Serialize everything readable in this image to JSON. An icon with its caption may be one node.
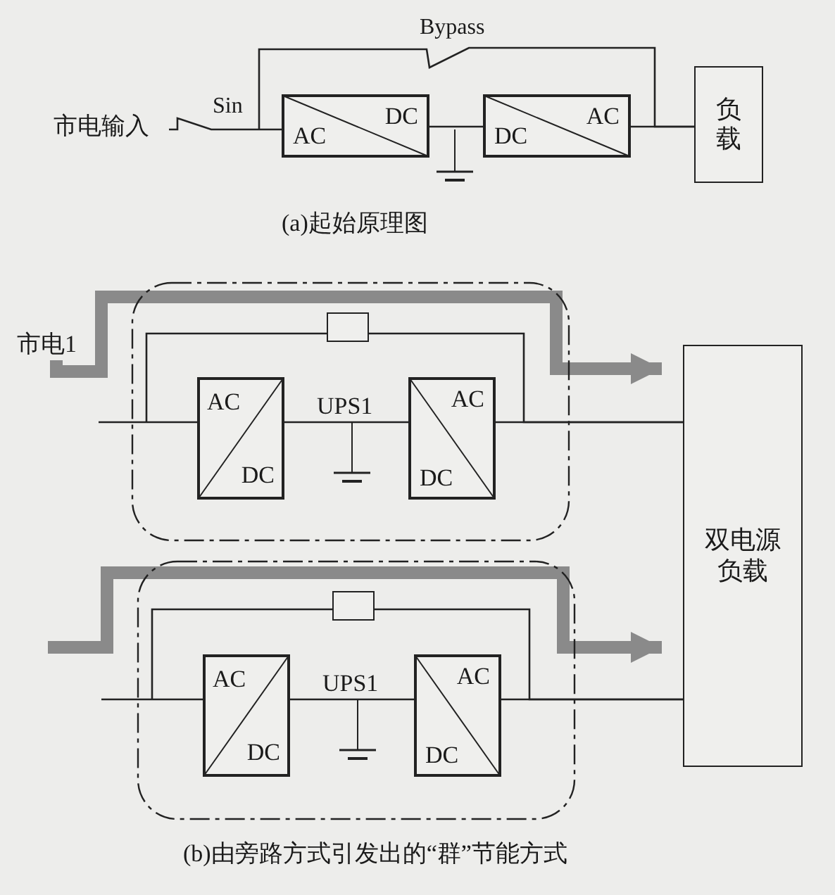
{
  "diagram": {
    "nodes": [
      {
        "text": [
          "市电输入"
        ]
      },
      {
        "text": [
          "DC",
          "AC"
        ]
      },
      {
        "text": [
          "AC",
          "DC"
        ]
      },
      {
        "text": [
          "负载"
        ]
      },
      {
        "text": [
          "市电1"
        ]
      },
      {
        "text": [
          "UPS1"
        ]
      },
      {
        "text": [],
        "shape": "box",
        "in": 5
      },
      {
        "text": [
          "AC",
          "DC"
        ],
        "in": 5
      },
      {
        "text": [
          "AC",
          "DC"
        ],
        "in": 5
      },
      {
        "text": [
          "双电源负载"
        ]
      },
      {
        "text": [
          "UPS1"
        ]
      },
      {
        "text": [],
        "shape": "box",
        "in": 10
      },
      {
        "text": [
          "AC",
          "DC"
        ],
        "in": 10
      },
      {
        "text": [
          "AC",
          "DC"
        ],
        "in": 10
      }
    ],
    "edges": [
      {
        "from": 0,
        "to": 1,
        "arrow": "none",
        "label": "Sin"
      },
      {
        "from": 1,
        "to": 2,
        "arrow": "none"
      },
      {
        "from": 2,
        "to": 3,
        "arrow": "none"
      },
      {
        "from": null,
        "to": 3,
        "arrow": "none",
        "label": "Bypass"
      },
      {
        "from": 4,
        "to": 9,
        "arrow": "to",
        "style": "thick",
        "color": "#8a8a8a"
      },
      {
        "from": null,
        "to": 7,
        "arrow": "none"
      },
      {
        "from": null,
        "to": 6,
        "arrow": "none"
      },
      {
        "from": 6,
        "to": 9,
        "arrow": "none"
      },
      {
        "from": 7,
        "to": 8,
        "arrow": "none"
      },
      {
        "from": 8,
        "to": 9,
        "arrow": "none"
      },
      {
        "from": null,
        "to": 9,
        "arrow": "to",
        "style": "thick",
        "color": "#8a8a8a"
      },
      {
        "from": null,
        "to": 12,
        "arrow": "none"
      },
      {
        "from": null,
        "to": 11,
        "arrow": "none"
      },
      {
        "from": 11,
        "to": 9,
        "arrow": "none"
      },
      {
        "from": 12,
        "to": 13,
        "arrow": "none"
      },
      {
        "from": 13,
        "to": 9,
        "arrow": "none"
      }
    ],
    "labels": [
      "(a)起始原理图",
      "(b)由旁路方式引发出的“群”节能方式"
    ]
  }
}
